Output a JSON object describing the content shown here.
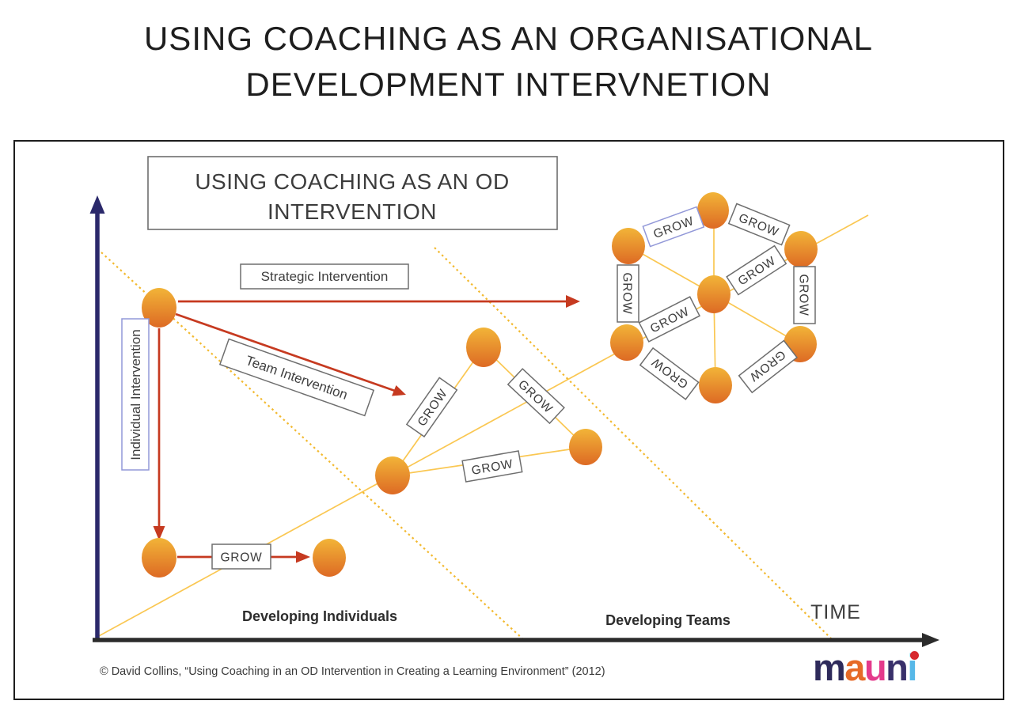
{
  "page_title": {
    "line1": "USING COACHING AS AN ORGANISATIONAL",
    "line2": "DEVELOPMENT INTERVNETION"
  },
  "diagram": {
    "inner_title_line1": "USING COACHING AS AN OD",
    "inner_title_line2": "INTERVENTION",
    "strategic_label": "Strategic Intervention",
    "team_label": "Team Intervention",
    "individual_label": "Individual Intervention",
    "grow_label": "GROW",
    "developing_individuals": "Developing Individuals",
    "developing_teams": "Developing Teams",
    "time_label": "TIME",
    "copyright": "© David Collins, “Using Coaching in an OD Intervention in Creating a Learning Environment” (2012)"
  },
  "logo": {
    "letters": [
      "m",
      "a",
      "u",
      "n",
      "i"
    ]
  },
  "colors": {
    "frame_border": "#1d1d1d",
    "axis_black": "#2b2b2b",
    "navy": "#2b296b",
    "red": "#c63a20",
    "line_yellow": "#fac752",
    "dot_yellow": "#f2b92f",
    "ball_top": "#f2b438",
    "ball_bottom": "#dd6a24",
    "box_border": "#6e6e6e",
    "blue_border": "#9298d8",
    "text_label": "#3f3f3f",
    "logo_m": "#2e2a5b",
    "logo_a": "#e66a28",
    "logo_u": "#e43a8c",
    "logo_n": "#39306a",
    "logo_i": "#57b8e8",
    "logo_dot": "#d7282e"
  }
}
